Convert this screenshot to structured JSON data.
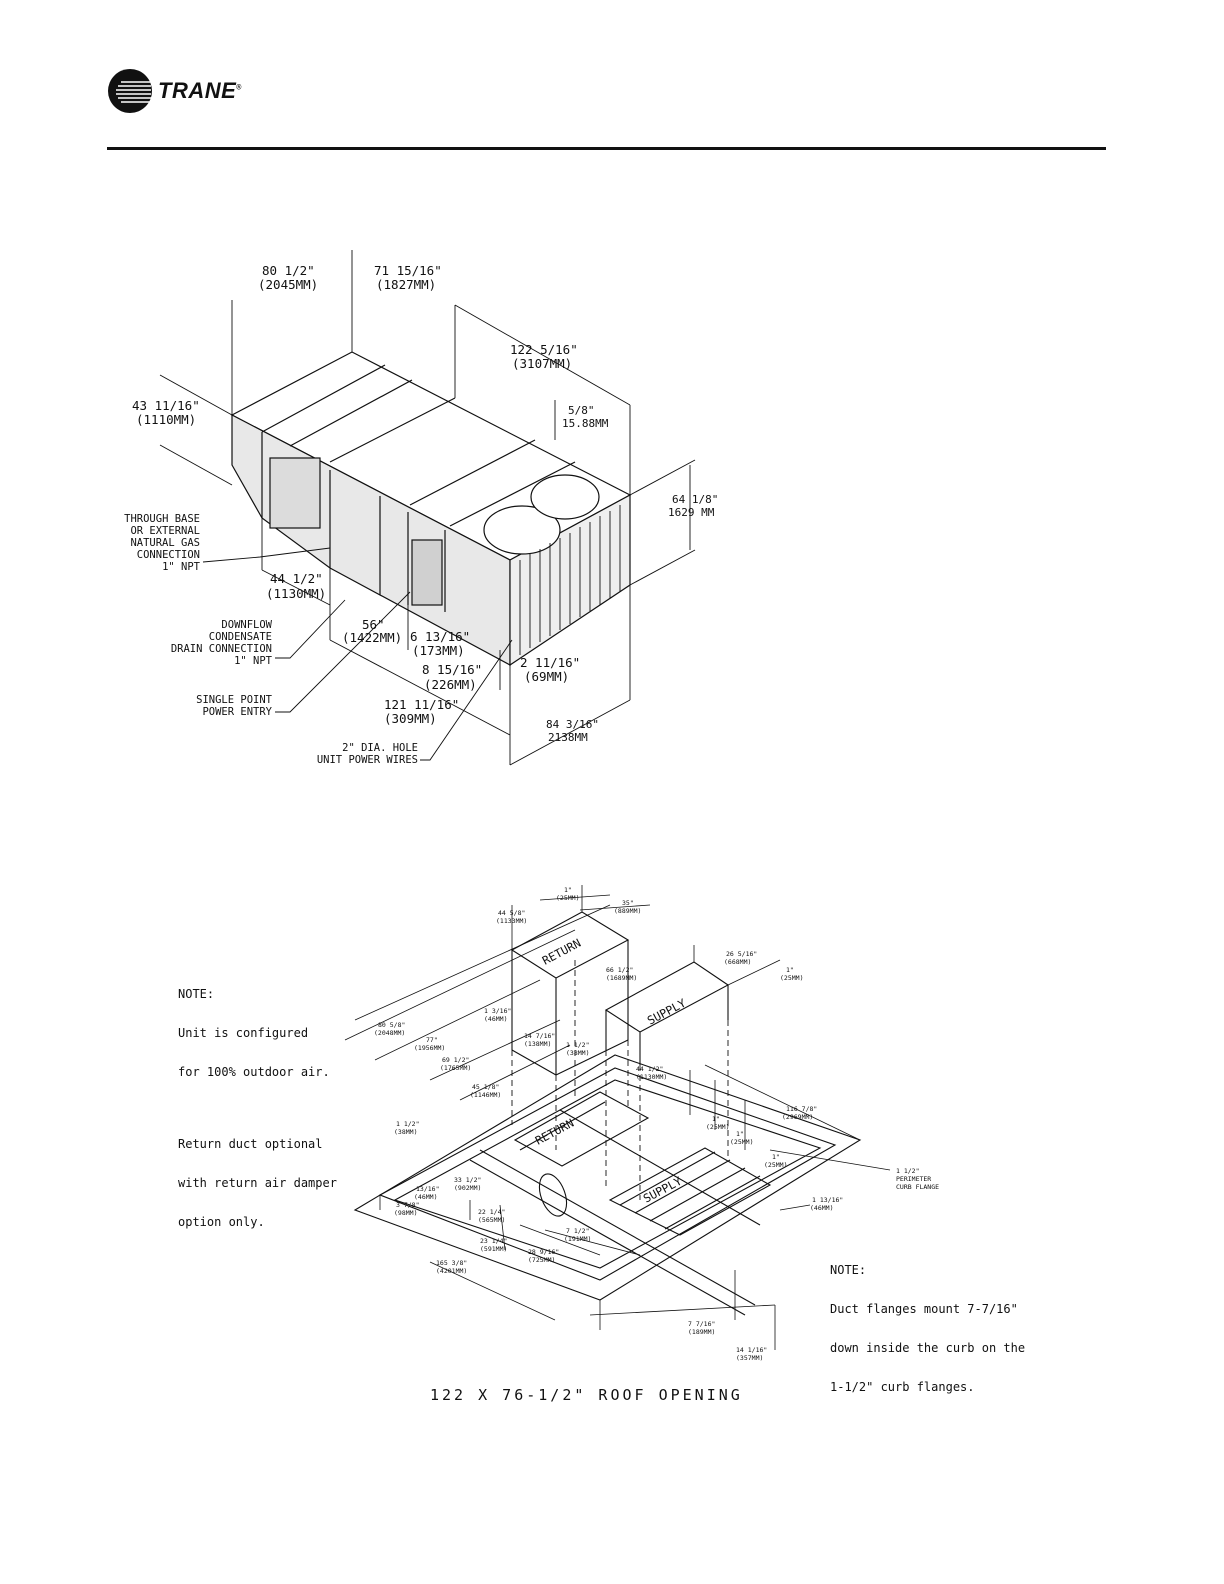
{
  "header": {
    "brand": "TRANE",
    "trademark": "®"
  },
  "figure_top": {
    "dimensions": {
      "d1": "80 1/2\"",
      "d1mm": "(2045MM)",
      "d2": "71 15/16\"",
      "d2mm": "(1827MM)",
      "d3": "122 5/16\"",
      "d3mm": "(3107MM)",
      "d4": "43 11/16\"",
      "d4mm": "(1110MM)",
      "d5": "5/8\"",
      "d5mm": "15.88MM",
      "d6": "64 1/8\"",
      "d6mm": "1629 MM",
      "d7": "44 1/2\"",
      "d7mm": "(1130MM)",
      "d8": "56\"",
      "d8mm": "(1422MM)",
      "d9": "6 13/16\"",
      "d9mm": "(173MM)",
      "d10": "8 15/16\"",
      "d10mm": "(226MM)",
      "d11": "2 11/16\"",
      "d11mm": "(69MM)",
      "d12": "121 11/16\"",
      "d12mm": "(309MM)",
      "d13": "84 3/16\"",
      "d13mm": "2138MM"
    },
    "callouts": {
      "gas1": "THROUGH BASE",
      "gas2": "OR EXTERNAL",
      "gas3": "NATURAL GAS",
      "gas4": "CONNECTION",
      "gas5": "1\" NPT",
      "drain1": "DOWNFLOW",
      "drain2": "CONDENSATE",
      "drain3": "DRAIN CONNECTION",
      "drain4": "1\" NPT",
      "power1": "SINGLE POINT",
      "power2": "POWER ENTRY",
      "hole1": "2\" DIA. HOLE",
      "hole2": "UNIT POWER WIRES"
    }
  },
  "figure_bottom": {
    "note_left": {
      "line1": "NOTE:",
      "line2": "Unit is configured",
      "line3": "for 100% outdoor air.",
      "line4": "Return duct optional",
      "line5": "with return air damper",
      "line6": "option only."
    },
    "note_right": {
      "line1": "NOTE:",
      "line2": "Duct flanges mount 7-7/16\"",
      "line3": "down inside the curb on the",
      "line4": "1-1/2\" curb flanges."
    },
    "labels": {
      "return": "RETURN",
      "supply": "SUPPLY"
    },
    "dimensions": {
      "b1": "1\"",
      "b1mm": "(25MM)",
      "b2": "35\"",
      "b2mm": "(889MM)",
      "b3": "44 5/8\"",
      "b3mm": "(1133MM)",
      "b4": "26 5/16\"",
      "b4mm": "(668MM)",
      "b5": "66 1/2\"",
      "b5mm": "(1689MM)",
      "b6": "1\"",
      "b6mm": "(25MM)",
      "b7": "80 5/8\"",
      "b7mm": "(2048MM)",
      "b8": "1 3/16\"",
      "b8mm": "(46MM)",
      "b9": "77\"",
      "b9mm": "(1956MM)",
      "b10": "14 7/16\"",
      "b10mm": "(138MM)",
      "b11": "1 1/2\"",
      "b11mm": "(38MM)",
      "b12": "69 1/2\"",
      "b12mm": "(1765MM)",
      "b13": "44 1/2\"",
      "b13mm": "(1130MM)",
      "b14": "45 1/8\"",
      "b14mm": "(1146MM)",
      "b15": "116 7/8\"",
      "b15mm": "(2969MM)",
      "b16": "1 1/2\"",
      "b16mm": "(38MM)",
      "b17": "1\"",
      "b17mm": "(25MM)",
      "b18": "1\"",
      "b18mm": "(25MM)",
      "b19": "1\"",
      "b19mm": "(25MM)",
      "b20": "1 1/2\"",
      "b20t1": "PERIMETER",
      "b20t2": "CURB FLANGE",
      "b21": "1 13/16\"",
      "b21mm": "(46MM)",
      "b22": "33 1/2\"",
      "b22mm": "(902MM)",
      "b23": "13/16\"",
      "b23mm": "(46MM)",
      "b24": "3 7/8\"",
      "b24mm": "(98MM)",
      "b25": "22 1/4\"",
      "b25mm": "(565MM)",
      "b26": "23 1/4\"",
      "b26mm": "(591MM)",
      "b27": "7 1/2\"",
      "b27mm": "(191MM)",
      "b28": "28 9/16\"",
      "b28mm": "(725MM)",
      "b29": "165 3/8\"",
      "b29mm": "(4201MM)",
      "b30": "7 7/16\"",
      "b30mm": "(189MM)",
      "b31": "14 1/16\"",
      "b31mm": "(357MM)"
    },
    "caption": "122 X 76-1/2\" ROOF OPENING"
  }
}
